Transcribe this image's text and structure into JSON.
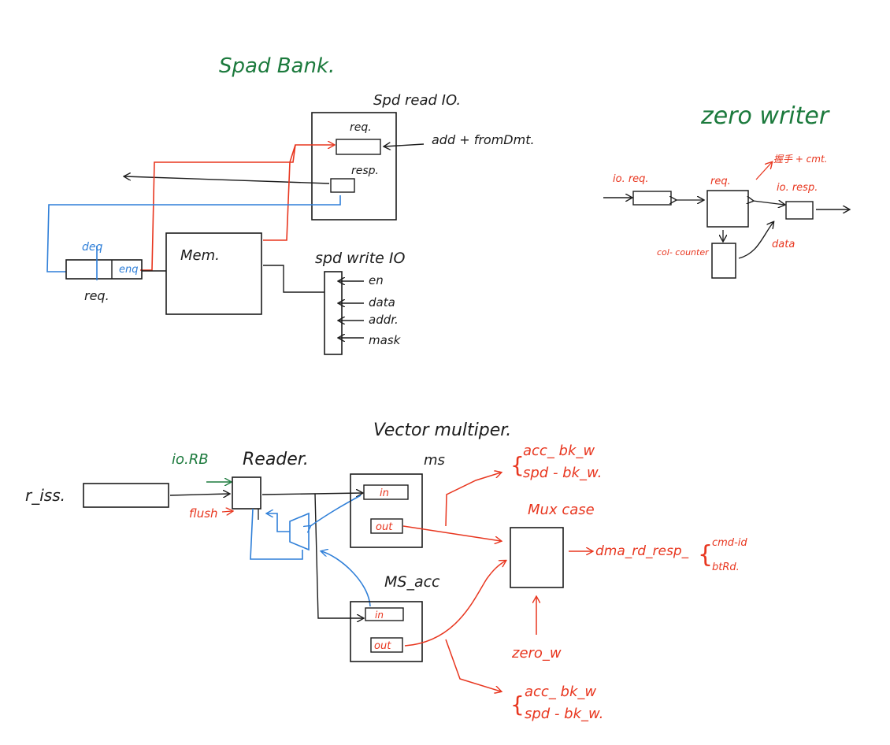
{
  "colors": {
    "ink": "#1c1c1c",
    "red": "#e8361f",
    "blue": "#2f7fd8",
    "green": "#1c7a3d"
  },
  "spad_bank": {
    "title": "Spad Bank.",
    "read_io": {
      "title": "Spd read IO.",
      "req": "req.",
      "resp": "resp.",
      "addr_input": "add + fromDmt."
    },
    "mem": "Mem.",
    "queue": {
      "deq": "deq",
      "enq": "enq",
      "req": "req."
    },
    "write_io": {
      "title": "spd write IO",
      "signals": [
        "en",
        "data",
        "addr.",
        "mask"
      ]
    }
  },
  "zero_writer": {
    "title": "zero writer",
    "io_req": "io. req.",
    "req": "req.",
    "cmd": "握手 + cmt.",
    "io_resp": "io. resp.",
    "col_counter": "col- counter",
    "data": "data"
  },
  "vector_multipier": {
    "title": "Vector multiper.",
    "r_iss": "r_iss.",
    "io_rb": "io.RB",
    "reader": "Reader.",
    "flush": "flush",
    "ms": "ms",
    "ms_in": "in",
    "ms_out": "out",
    "ms_acc": "MS_acc",
    "ms_acc_in": "in",
    "ms_acc_out": "out",
    "ms_targets": [
      "acc_ bk_w",
      "spd - bk_w."
    ],
    "ms_acc_targets": [
      "acc_ bk_w",
      "spd - bk_w."
    ],
    "mux_case": "Mux case",
    "dma_resp": "dma_rd_resp_",
    "dma_fields": [
      "cmd-id",
      "btRd."
    ],
    "zero_w": "zero_w"
  }
}
